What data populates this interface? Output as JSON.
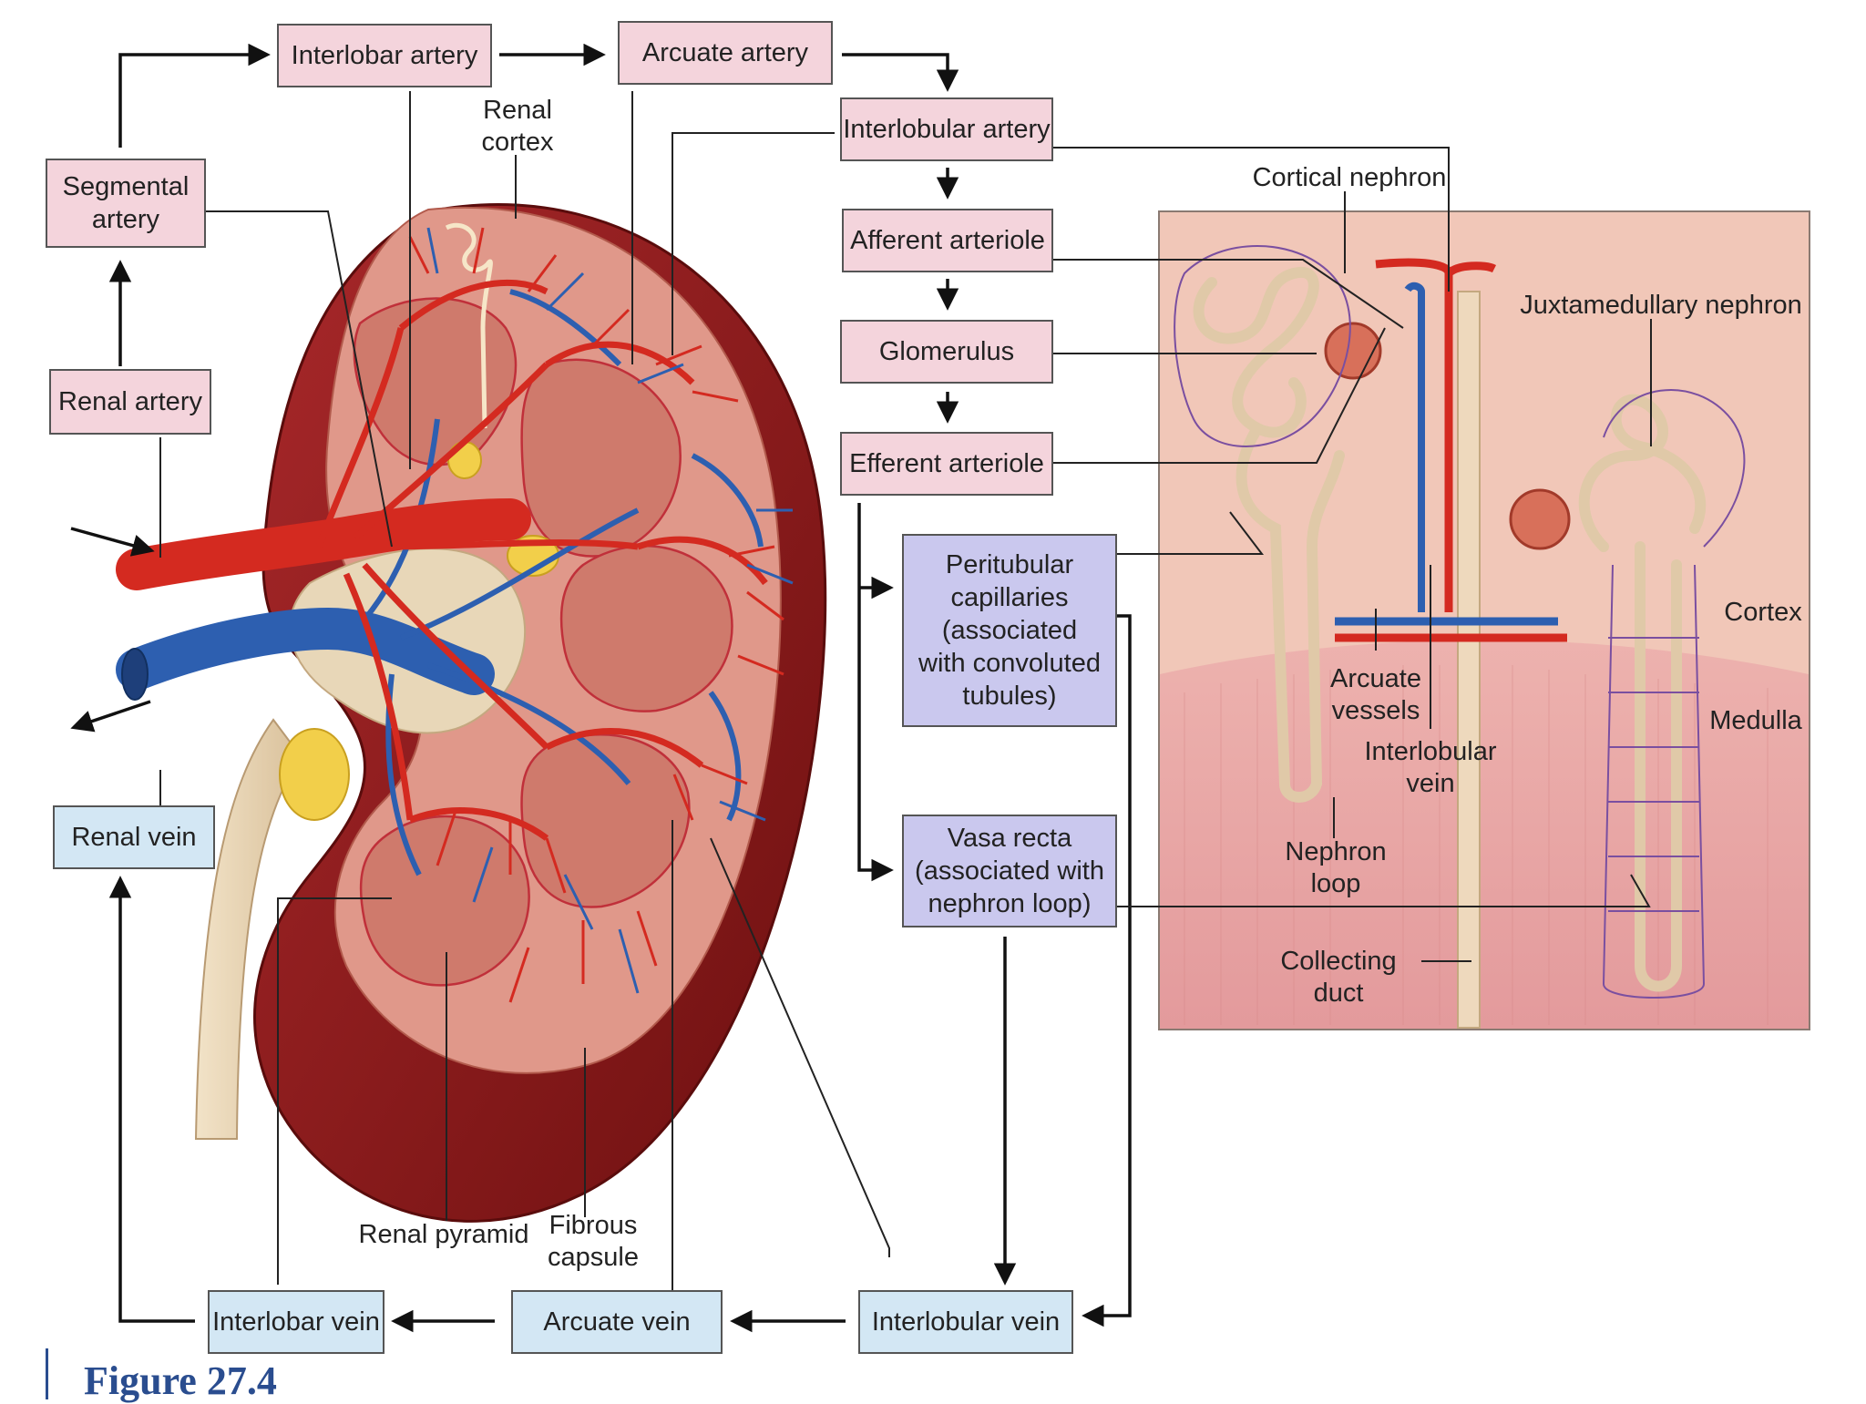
{
  "flow_boxes": {
    "interlobar_artery": "Interlobar artery",
    "arcuate_artery": "Arcuate artery",
    "interlobular_artery": "Interlobular artery",
    "afferent_arteriole": "Afferent arteriole",
    "glomerulus": "Glomerulus",
    "efferent_arteriole": "Efferent arteriole",
    "peritubular_capillaries": "Peritubular\ncapillaries\n(associated\nwith convoluted\ntubules)",
    "vasa_recta": "Vasa recta\n(associated with\nnephron loop)",
    "segmental_artery": "Segmental\nartery",
    "renal_artery": "Renal artery",
    "renal_vein": "Renal vein",
    "interlobar_vein": "Interlobar vein",
    "arcuate_vein": "Arcuate vein",
    "interlobular_vein": "Interlobular vein"
  },
  "labels": {
    "renal_cortex": "Renal\ncortex",
    "renal_pyramid": "Renal pyramid",
    "fibrous_capsule": "Fibrous\ncapsule",
    "cortical_nephron": "Cortical nephron",
    "juxtamedullary_nephron": "Juxtamedullary nephron",
    "cortex": "Cortex",
    "medulla": "Medulla",
    "arcuate_vessels": "Arcuate\nvessels",
    "interlobular_vein_label": "Interlobular\nvein",
    "nephron_loop": "Nephron\nloop",
    "collecting_duct": "Collecting duct"
  },
  "caption": "Figure 27.4",
  "colors": {
    "artery_box": "#f4d4dc",
    "capillary_box": "#cac8ee",
    "vein_box": "#d3e7f4",
    "artery": "#d42a20",
    "vein": "#2d5fb0",
    "kidney_outer": "#8e1a1a",
    "kidney_cortex": "#e0988a",
    "pyramid": "#cf7a6c",
    "inset_cortex": "#f1c7b8",
    "inset_medulla": "#e8a4a4",
    "tubule": "#eed9bd",
    "caption": "#2a4d8f"
  }
}
